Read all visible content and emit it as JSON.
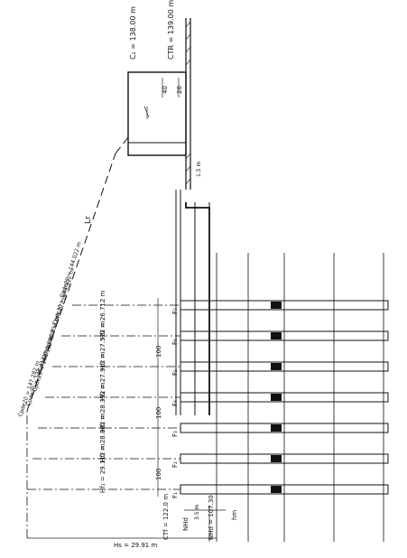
{
  "levels": {
    "top_c2": "C₂ = 138.00 m",
    "ctr": "CTR = 139.00 m",
    "ct_bottom": "CTf = 122.0 m",
    "nhd": "NHd = 107.30",
    "hs_base": "Hs = 29.91 m"
  },
  "dimensions": {
    "d40": "40",
    "d20": "20",
    "d15": "1.5 m",
    "d35": "3.5 m",
    "d100": [
      "100",
      "100",
      "100"
    ],
    "hm": "hm"
  },
  "flaps": {
    "labels": [
      "F₁",
      "F₂",
      "F₃",
      "F₄",
      "F₅",
      "F₆",
      "F₇"
    ],
    "heights": [
      "Hf₁ = 29.112 m",
      "Hf₂ = 28.882 m",
      "Hf₃ = 28.352 m",
      "Hf₄ = 27.912 m",
      "Hf₅ = 27.522 m",
      "Hf₆ = 26.712 m"
    ],
    "openings": [
      "Cpde20 = 147.282 m",
      "Cpde20 = 146.412 m",
      "Cpde20 = 146.132 m",
      "Cpde20 = 145.852 m",
      "Cpde20 = 145.272 m",
      "Cpde20 = 144.822 m",
      "Cpde20 = 144.022 m"
    ]
  },
  "labels": {
    "line_label": "Lr",
    "nhd_left": "NHd"
  }
}
